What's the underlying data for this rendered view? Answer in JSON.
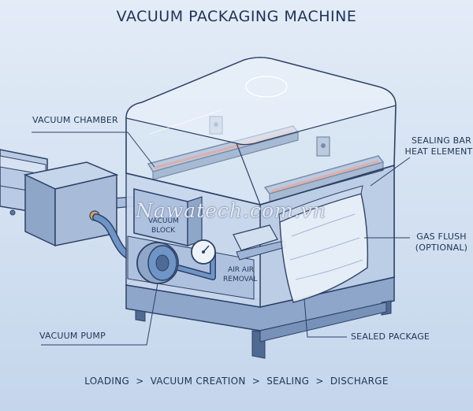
{
  "title": "VACUUM PACKAGING MACHINE",
  "labels": {
    "vacuum_chamber": "VACUUM CHAMBER",
    "sealing_bar": "SEALING BAR",
    "heat_element": "HEAT ELEMENT",
    "gas_flush": "GAS FLUSH",
    "gas_flush_opt": "(OPTIONAL)",
    "vacuum_pump": "VACUUM PUMP",
    "sealed_package": "SEALED PACKAGE",
    "vacuum_block_1": "VACUUM",
    "vacuum_block_2": "BLOCK",
    "air_removal_1": "AIR AIR",
    "air_removal_2": "REMOVAL"
  },
  "flow": {
    "steps": [
      "LOADING",
      "VACUUM CREATION",
      "SEALING",
      "DISCHARGE"
    ],
    "separator": ">"
  },
  "watermark": "Nawatech.com.vn",
  "colors": {
    "outline": "#2d4166",
    "metal": "#9eb3d1",
    "metal_dark": "#7e96ba",
    "glass": "#d9e6f5",
    "heat": "#e0826e",
    "pipe": "#6f95c7"
  }
}
